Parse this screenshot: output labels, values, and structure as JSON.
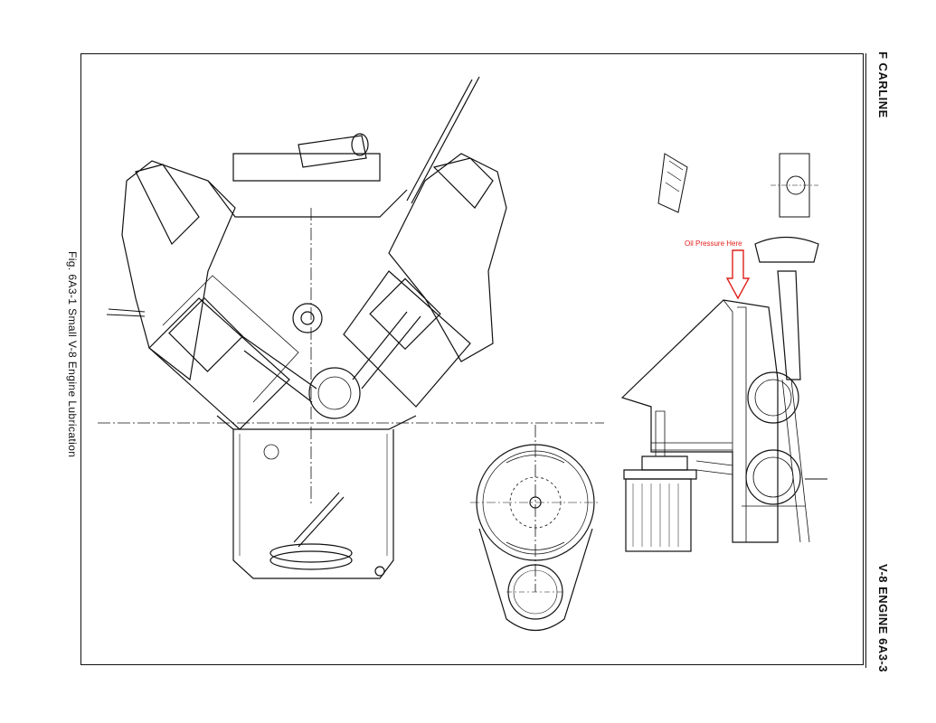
{
  "header": {
    "left_title": "F CARLINE",
    "right_title": "V-8 ENGINE  6A3-3"
  },
  "figure": {
    "caption": "Fig. 6A3-1 Small V-8 Engine Lubrication",
    "annotation": "Oil Pressure Here"
  },
  "colors": {
    "annotation": "#e0201c",
    "linework": "#111111"
  }
}
